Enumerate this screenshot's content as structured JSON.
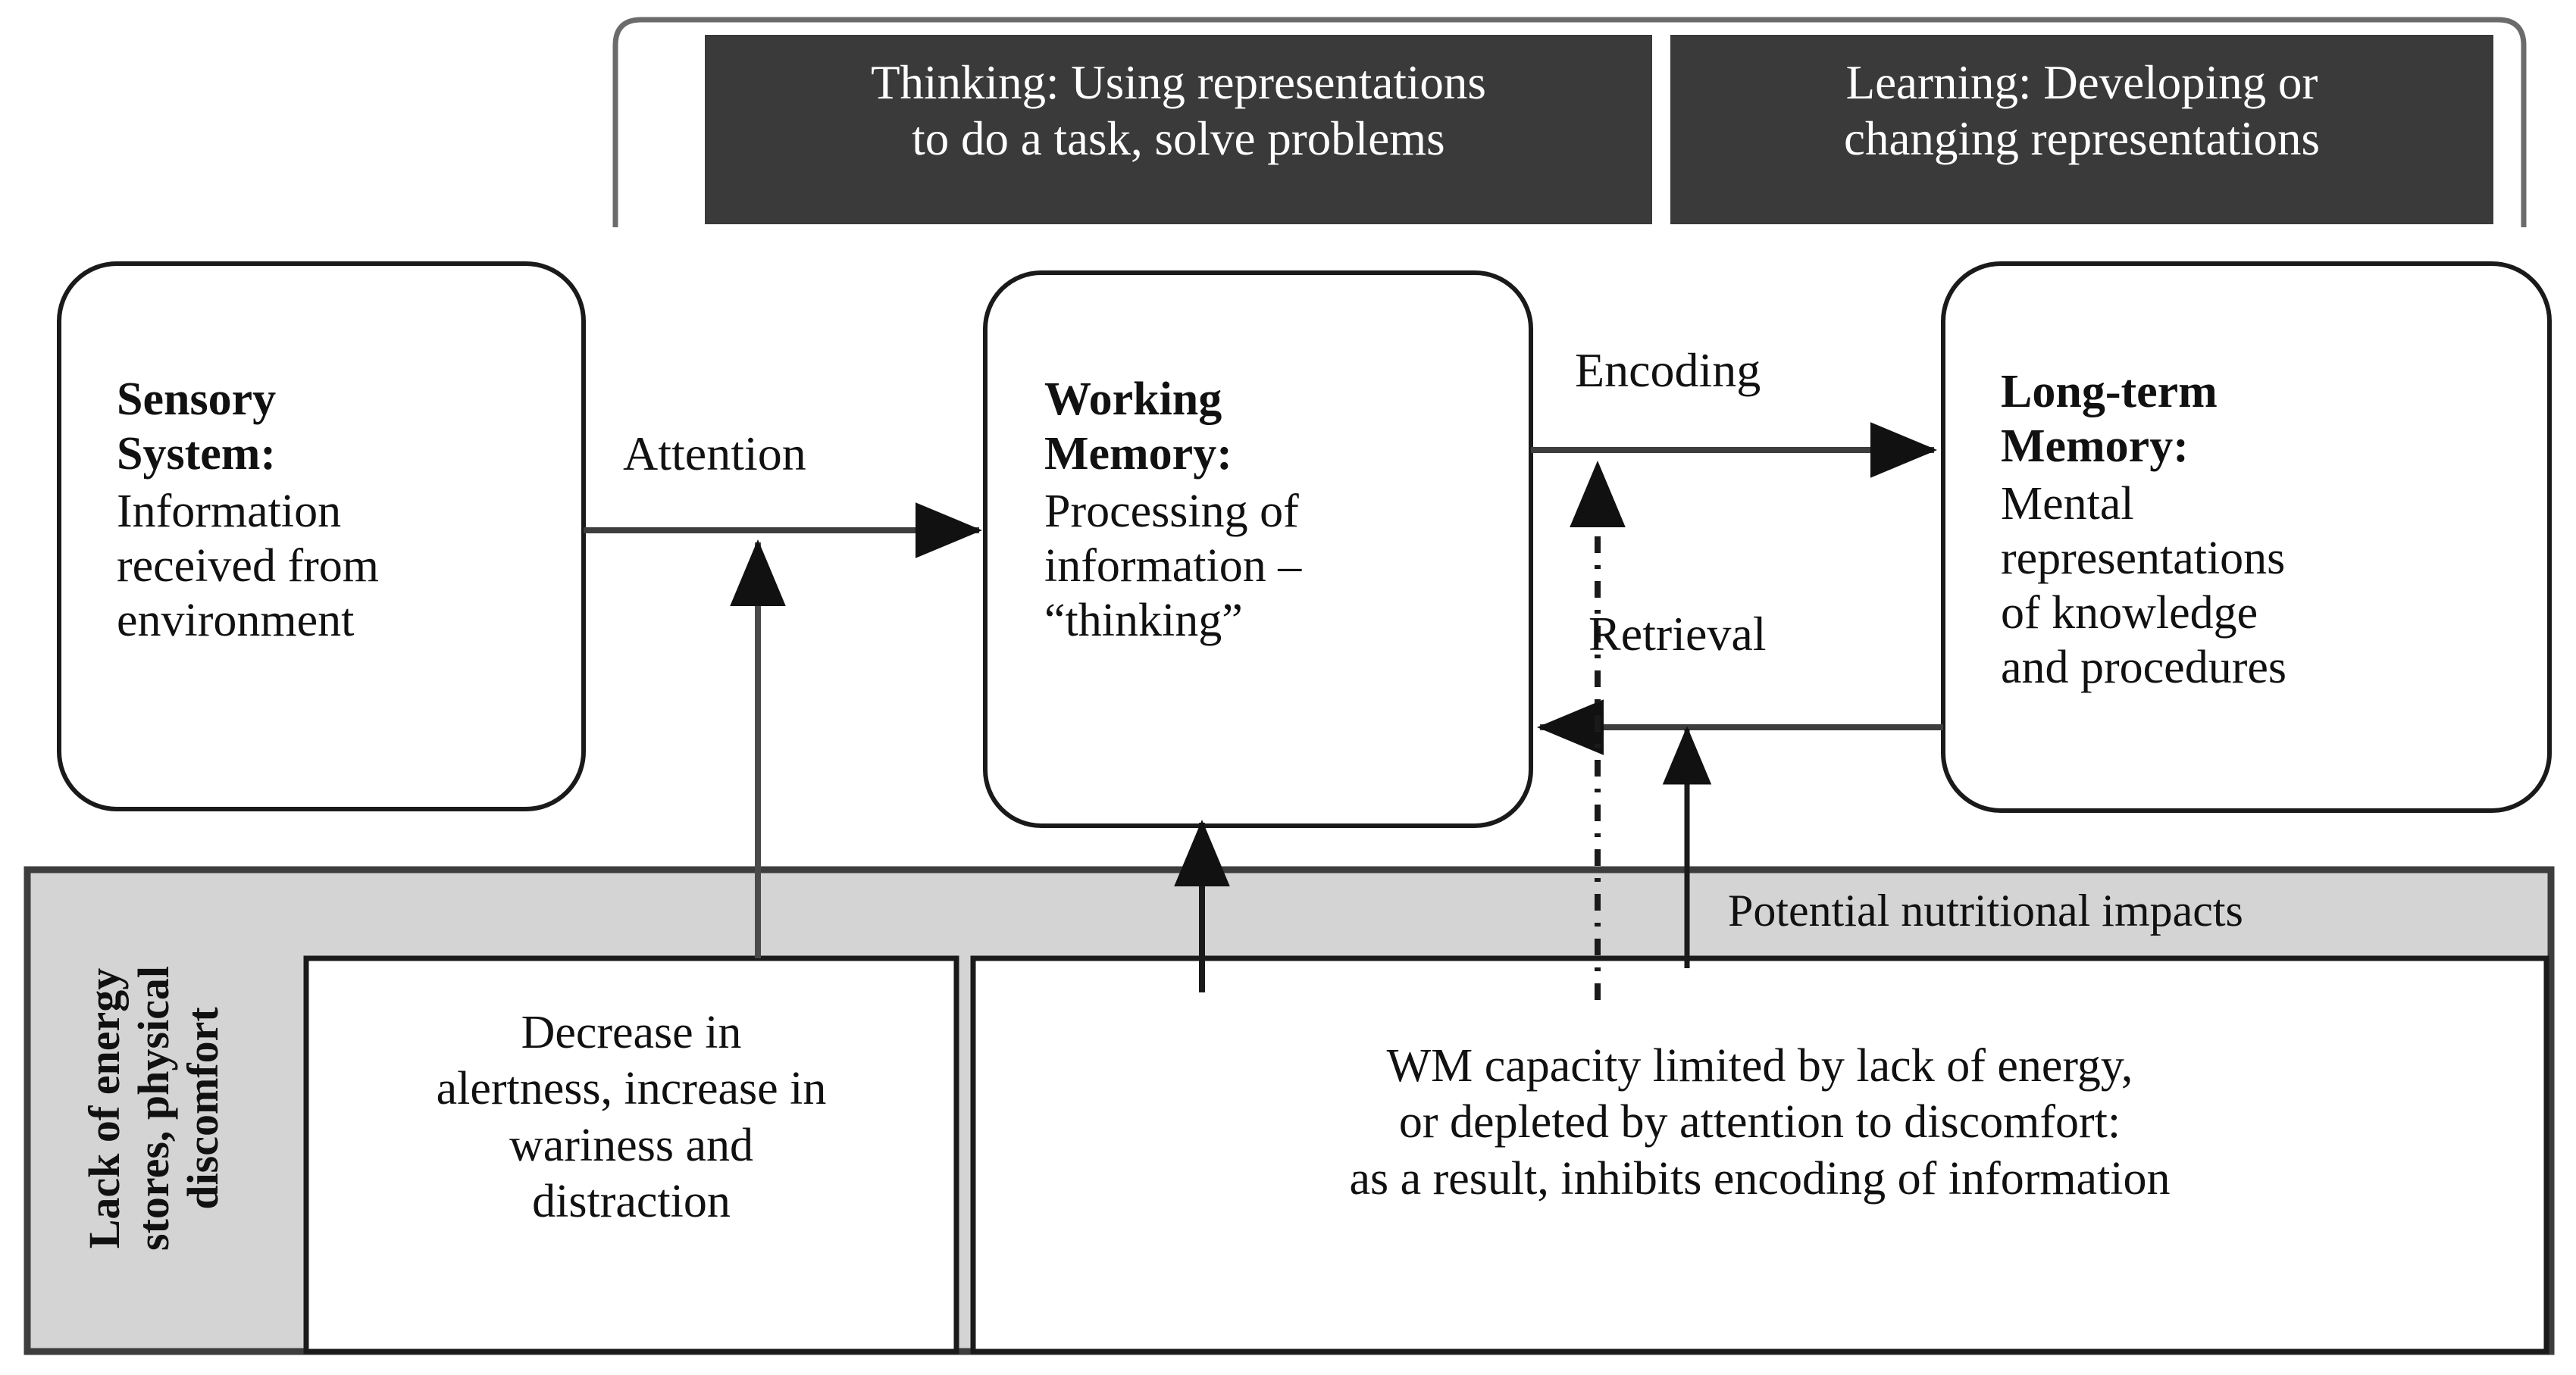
{
  "diagram": {
    "title": "Cognitive architecture with potential nutritional impacts",
    "colors": {
      "banner_background": "#3a3a3a",
      "banner_text": "#ffffff",
      "band_background": "#d4d4d4",
      "band_border": "#4a4a4a",
      "box_border": "#1a1a1a",
      "box_background": "#ffffff",
      "stroke": "#4a4a4a",
      "text": "#111111"
    },
    "banners": [
      {
        "id": "thinking",
        "label": "Thinking: Using representations\nto do a task, solve problems"
      },
      {
        "id": "learning",
        "label": "Learning: Developing or\nchanging representations"
      }
    ],
    "boxes": [
      {
        "id": "sensory-system",
        "heading": "Sensory\nSystem:",
        "body": "Information\nreceived from\nenvironment"
      },
      {
        "id": "working-memory",
        "heading": "Working\nMemory:",
        "body": "Processing of\ninformation –\n“thinking”"
      },
      {
        "id": "long-term-memory",
        "heading": "Long-term\nMemory:",
        "body": " Mental\nrepresentations\nof knowledge\nand procedures"
      }
    ],
    "arrow_labels": [
      {
        "id": "attention",
        "label": "Attention"
      },
      {
        "id": "encoding",
        "label": "Encoding"
      },
      {
        "id": "retrieval",
        "label": "Retrieval"
      }
    ],
    "impacts_band": {
      "title": "Potential nutritional impacts",
      "side_label": "Lack of energy\nstores, physical discomfort",
      "items": [
        {
          "id": "alertness-impact",
          "text": "Decrease in\nalertness, increase in\nwariness and\ndistraction"
        },
        {
          "id": "wm-capacity-impact",
          "text": "WM capacity limited by lack of energy,\nor depleted by attention to discomfort:\nas a result, inhibits encoding of information"
        }
      ]
    }
  }
}
